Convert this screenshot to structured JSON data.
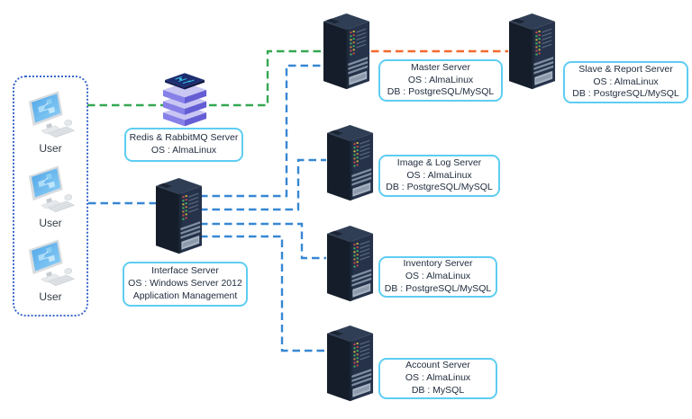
{
  "users": {
    "items": [
      "User",
      "User",
      "User"
    ]
  },
  "nodes": {
    "redis": {
      "title": "Redis & RabbitMQ Server",
      "os": "OS : AlmaLinux"
    },
    "interface": {
      "title": "Interface Server",
      "os": "OS : Windows Server 2012",
      "role": "Application Management"
    },
    "master": {
      "title": "Master Server",
      "os": "OS : AlmaLinux",
      "db": "DB : PostgreSQL/MySQL"
    },
    "slave": {
      "title": "Slave & Report Server",
      "os": "OS : AlmaLinux",
      "db": "DB : PostgreSQL/MySQL"
    },
    "image_log": {
      "title": "Image & Log Server",
      "os": "OS : AlmaLinux",
      "db": "DB : PostgreSQL/MySQL"
    },
    "inventory": {
      "title": "Inventory Server",
      "os": "OS : AlmaLinux",
      "db": "DB : PostgreSQL/MySQL"
    },
    "account": {
      "title": "Account Server",
      "os": "OS : AlmaLinux",
      "db": "DB : MySQL"
    }
  },
  "icons": {
    "user": "desktop-computer-icon",
    "server": "server-rack-icon",
    "redis": "database-stack-icon"
  },
  "colors": {
    "link_green": "#35a852",
    "link_blue": "#3787d3",
    "link_orange": "#f4692e",
    "label_border": "#5ecdf2",
    "label_text": "#222e3f",
    "user_group_border": "#3a67c8"
  }
}
